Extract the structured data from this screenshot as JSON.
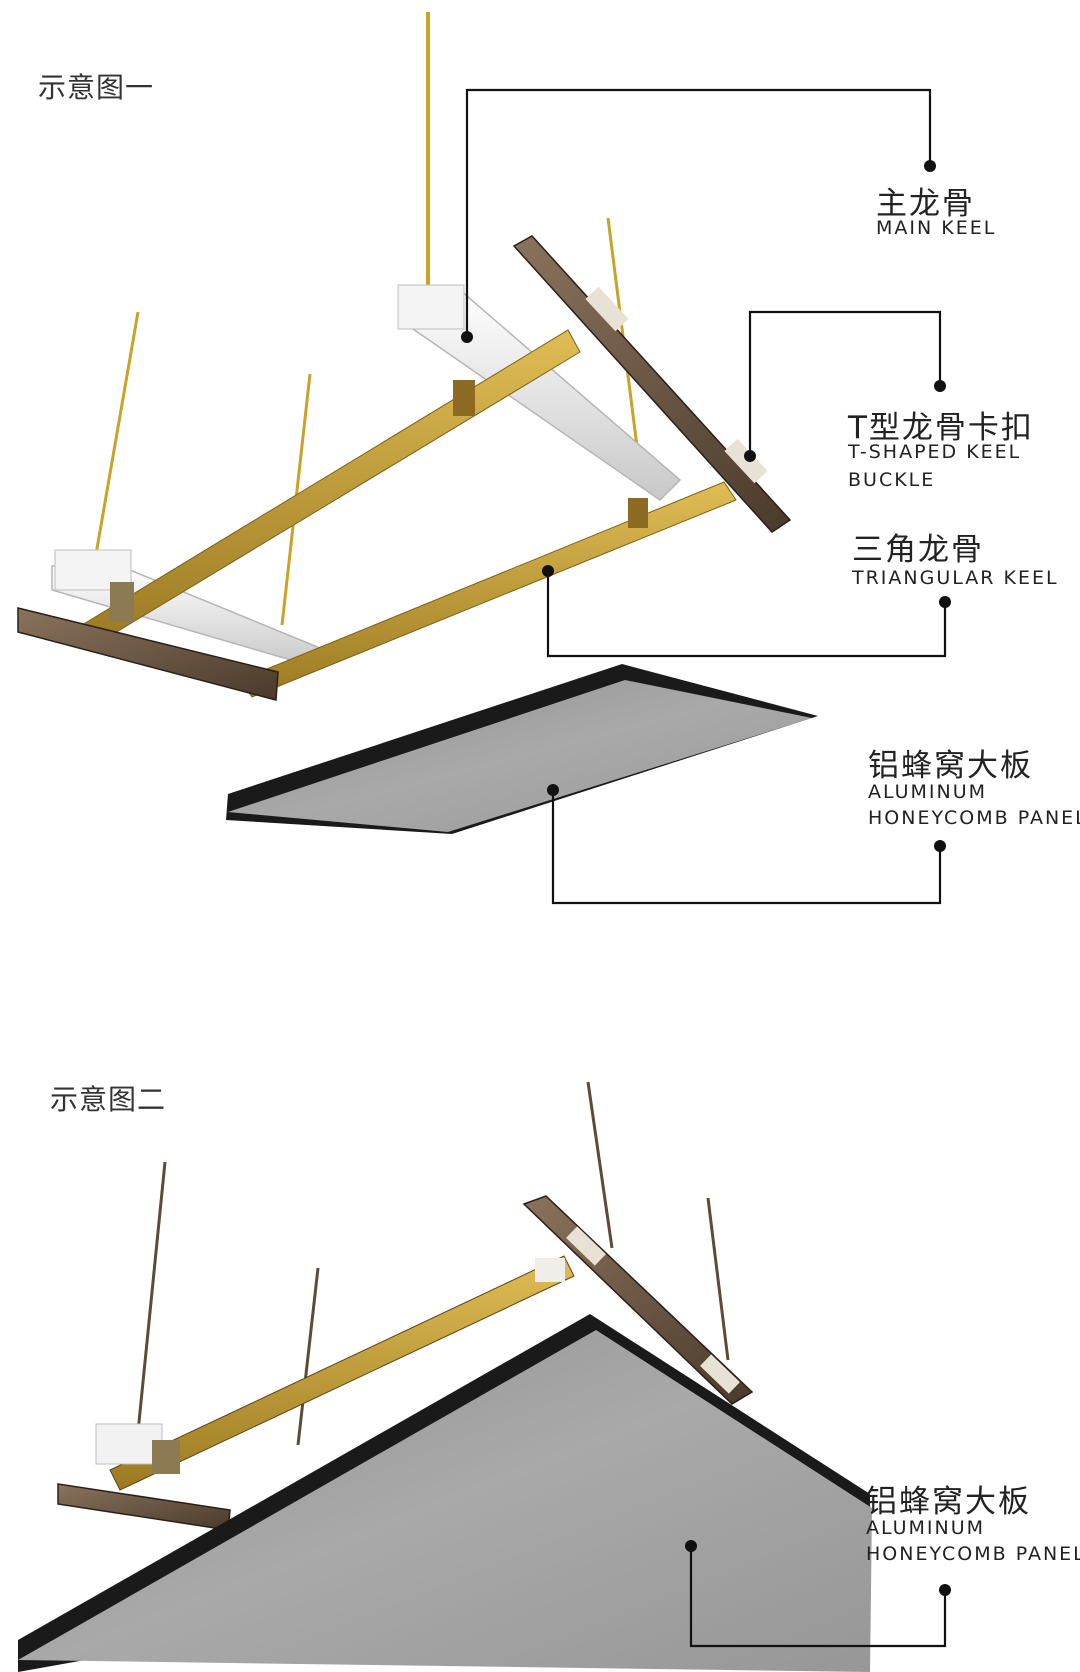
{
  "figure1": {
    "title": "示意图一",
    "labels": {
      "main_keel": {
        "cn": "主龙骨",
        "en": "MAIN KEEL"
      },
      "t_buckle": {
        "cn": "T型龙骨卡扣",
        "en1": "T-SHAPED KEEL",
        "en2": "BUCKLE"
      },
      "triangular_keel": {
        "cn": "三角龙骨",
        "en": "TRIANGULAR KEEL"
      },
      "panel": {
        "cn": "铝蜂窝大板",
        "en1": "ALUMINUM",
        "en2": "HONEYCOMB PANEL"
      }
    }
  },
  "figure2": {
    "title": "示意图二",
    "labels": {
      "panel": {
        "cn": "铝蜂窝大板",
        "en1": "ALUMINUM",
        "en2": "HONEYCOMB PANEL"
      }
    }
  },
  "colors": {
    "gold_rod": "#c9a227",
    "gold_keel": "#c29a32",
    "bronze_keel": "#6f5a45",
    "silver_keel": "#e6e6e6",
    "panel_grey": "#a3a3a3",
    "panel_edge": "#1a1a1a",
    "leader_line": "#111111"
  }
}
